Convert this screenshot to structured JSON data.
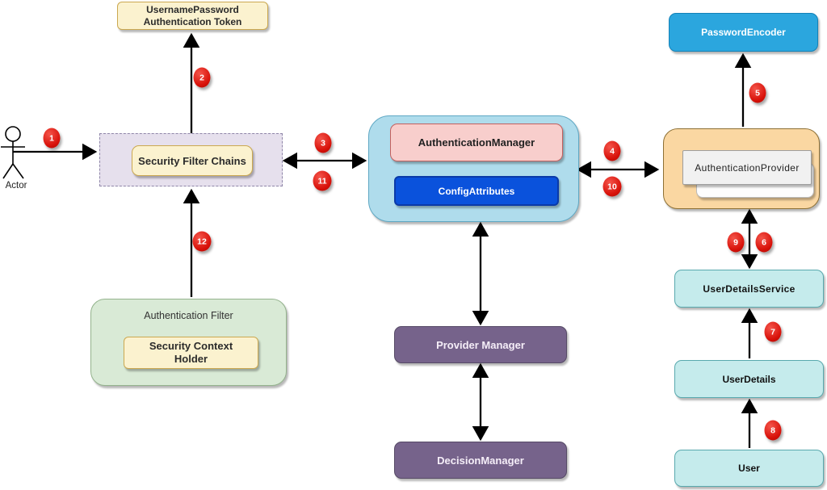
{
  "actor": {
    "label": "Actor"
  },
  "nodes": {
    "username_password_token": {
      "line1": "UsernamePassword",
      "line2": "Authentication Token"
    },
    "security_filter_chains": {
      "label": "Security Filter Chains"
    },
    "authentication_manager": {
      "label": "AuthenticationManager"
    },
    "config_attributes": {
      "label": "ConfigAttributes"
    },
    "password_encoder": {
      "label": "PasswordEncoder"
    },
    "authentication_provider": {
      "label": "AuthenticationProvider"
    },
    "user_details_service": {
      "label": "UserDetailsService"
    },
    "user_details": {
      "label": "UserDetails"
    },
    "user": {
      "label": "User"
    },
    "authentication_filter": {
      "label": "Authentication Filter"
    },
    "security_context_holder": {
      "line1": "Security Context",
      "line2": "Holder"
    },
    "provider_manager": {
      "label": "Provider Manager"
    },
    "decision_manager": {
      "label": "DecisionManager"
    }
  },
  "steps": [
    "1",
    "2",
    "3",
    "4",
    "5",
    "6",
    "7",
    "8",
    "9",
    "10",
    "11",
    "12"
  ],
  "colors": {
    "cream_fill": "#FBF2CF",
    "cream_border": "#CBA850",
    "lavender_fill": "#E6E0ED",
    "lavender_border": "#8E85A8",
    "ltblue_fill": "#AFDCEC",
    "ltblue_border": "#5FA8C4",
    "pink_fill": "#F8CECC",
    "pink_border": "#C3605E",
    "vivid_blue_fill": "#0A52DC",
    "vivid_blue_border": "#0A3AA8",
    "sky_fill": "#2BA6DE",
    "sky_border": "#1482B8",
    "orange_fill": "#FAD7A2",
    "orange_border": "#8D7035",
    "gray_fill": "#F1F1F1",
    "gray_border": "#9E9E9E",
    "cyan_fill": "#C5EBEC",
    "cyan_border": "#58A9AE",
    "green_fill": "#D9EAD6",
    "green_border": "#94B38D",
    "purple_fill": "#76638B",
    "purple_border": "#564A66",
    "step_red": "#D81109",
    "arrow": "#000000"
  }
}
